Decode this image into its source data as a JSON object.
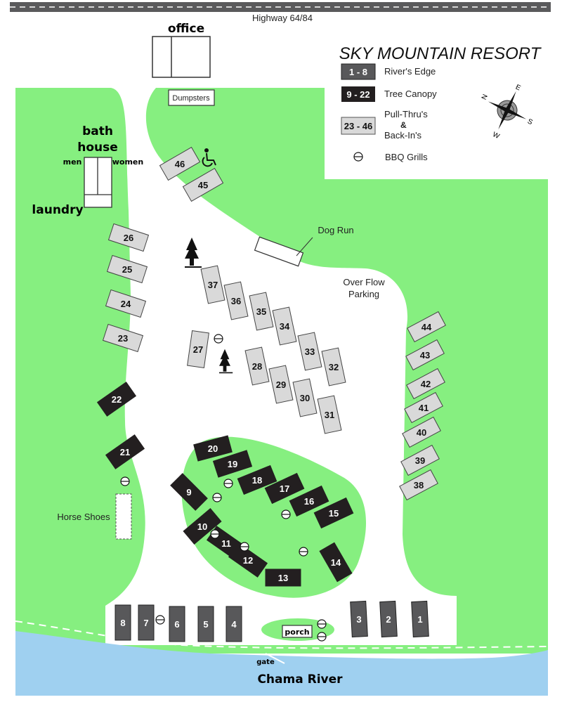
{
  "highway": "Highway 64/84",
  "title": "SKY MOUNTAIN RESORT",
  "legend": [
    {
      "range": "1 - 8",
      "label": "River's Edge",
      "color": "#58585a"
    },
    {
      "range": "9 - 22",
      "label": "Tree Canopy",
      "color": "#231f20"
    },
    {
      "range": "23 - 46",
      "label": "Pull-Thru's",
      "label2": "&",
      "label3": "Back-In's",
      "color": "#d9d9d9"
    },
    {
      "range": "",
      "label": "BBQ Grills"
    }
  ],
  "compass": {
    "n": "N",
    "e": "E",
    "s": "S",
    "w": "W"
  },
  "buildings": {
    "office": "office",
    "dumpsters": "Dumpsters",
    "bath": "bath",
    "house": "house",
    "men": "men",
    "women": "women",
    "laundry": "laundry",
    "porch": "porch"
  },
  "areas": {
    "dog_run": "Dog Run",
    "overflow1": "Over Flow",
    "overflow2": "Parking",
    "horse_shoes": "Horse Shoes",
    "gate": "gate",
    "river": "Chama River"
  },
  "colors": {
    "grass": "#86ef80",
    "water": "#9fd0f0",
    "road": "#5a5a5c"
  },
  "sites": [
    {
      "n": "1",
      "type": "river"
    },
    {
      "n": "2",
      "type": "river"
    },
    {
      "n": "3",
      "type": "river"
    },
    {
      "n": "4",
      "type": "river"
    },
    {
      "n": "5",
      "type": "river"
    },
    {
      "n": "6",
      "type": "river"
    },
    {
      "n": "7",
      "type": "river"
    },
    {
      "n": "8",
      "type": "river"
    },
    {
      "n": "9",
      "type": "tree"
    },
    {
      "n": "10",
      "type": "tree"
    },
    {
      "n": "11",
      "type": "tree"
    },
    {
      "n": "12",
      "type": "tree"
    },
    {
      "n": "13",
      "type": "tree"
    },
    {
      "n": "14",
      "type": "tree"
    },
    {
      "n": "15",
      "type": "tree"
    },
    {
      "n": "16",
      "type": "tree"
    },
    {
      "n": "17",
      "type": "tree"
    },
    {
      "n": "18",
      "type": "tree"
    },
    {
      "n": "19",
      "type": "tree"
    },
    {
      "n": "20",
      "type": "tree"
    },
    {
      "n": "21",
      "type": "tree"
    },
    {
      "n": "22",
      "type": "tree"
    },
    {
      "n": "23",
      "type": "pull"
    },
    {
      "n": "24",
      "type": "pull"
    },
    {
      "n": "25",
      "type": "pull"
    },
    {
      "n": "26",
      "type": "pull"
    },
    {
      "n": "27",
      "type": "pull"
    },
    {
      "n": "28",
      "type": "pull"
    },
    {
      "n": "29",
      "type": "pull"
    },
    {
      "n": "30",
      "type": "pull"
    },
    {
      "n": "31",
      "type": "pull"
    },
    {
      "n": "32",
      "type": "pull"
    },
    {
      "n": "33",
      "type": "pull"
    },
    {
      "n": "34",
      "type": "pull"
    },
    {
      "n": "35",
      "type": "pull"
    },
    {
      "n": "36",
      "type": "pull"
    },
    {
      "n": "37",
      "type": "pull"
    },
    {
      "n": "38",
      "type": "pull"
    },
    {
      "n": "39",
      "type": "pull"
    },
    {
      "n": "40",
      "type": "pull"
    },
    {
      "n": "41",
      "type": "pull"
    },
    {
      "n": "42",
      "type": "pull"
    },
    {
      "n": "43",
      "type": "pull"
    },
    {
      "n": "44",
      "type": "pull"
    },
    {
      "n": "45",
      "type": "pull"
    },
    {
      "n": "46",
      "type": "pull"
    }
  ]
}
